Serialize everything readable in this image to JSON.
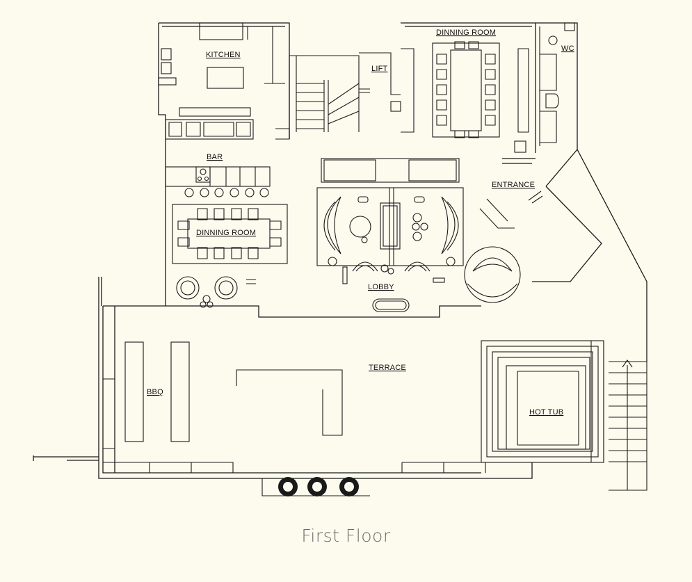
{
  "caption": "First Floor",
  "rooms": {
    "kitchen": "KITCHEN",
    "lift": "LIFT",
    "dining_room_upper": "DINNING ROOM",
    "wc": "WC",
    "bar": "BAR",
    "entrance": "ENTRANCE",
    "dining_room_lower": "DINNING ROOM",
    "lobby": "LOBBY",
    "terrace": "TERRACE",
    "bbq": "BBQ",
    "hot_tub": "HOT TUB"
  },
  "colors": {
    "background": "#fdfaee",
    "line": "#1a1a1a",
    "caption": "#6c6c6c"
  }
}
